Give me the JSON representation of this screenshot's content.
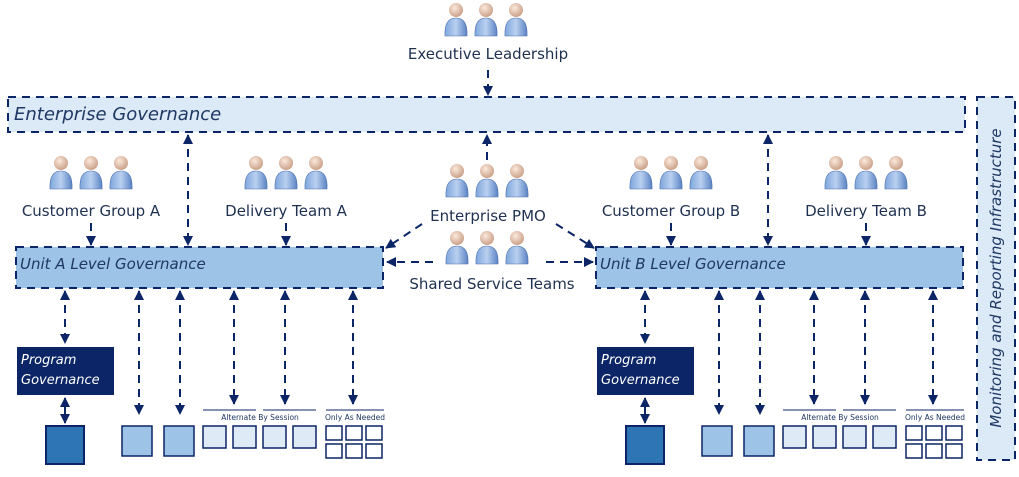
{
  "title_nodes": {
    "executive": "Executive Leadership",
    "enterprise_governance": "Enterprise Governance",
    "monitoring": "Monitoring and Reporting Infrastructure",
    "enterprise_pmo": "Enterprise PMO",
    "shared_services": "Shared Service Teams"
  },
  "unit_a": {
    "customer_group": "Customer Group A",
    "delivery_team": "Delivery Team A",
    "governance": "Unit A Level Governance",
    "program_governance_1": "Program",
    "program_governance_2": "Governance",
    "alternate": "Alternate By Session",
    "as_needed": "Only As Needed"
  },
  "unit_b": {
    "customer_group": "Customer Group B",
    "delivery_team": "Delivery Team B",
    "governance": "Unit B Level Governance",
    "program_governance_1": "Program",
    "program_governance_2": "Governance",
    "alternate": "Alternate By Session",
    "as_needed": "Only As Needed"
  },
  "colors": {
    "navy": "#0b2566",
    "light_fill": "#dce9f6",
    "unit_fill": "#9dc3e6",
    "dark_square": "#2e75b6"
  }
}
